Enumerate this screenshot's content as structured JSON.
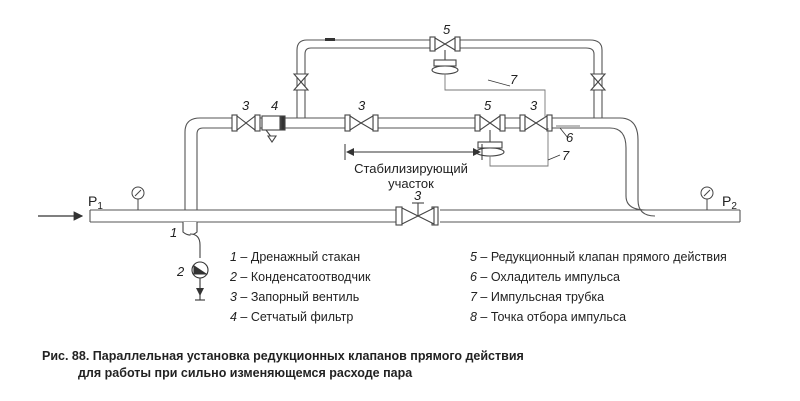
{
  "diagram": {
    "inlet_label": "P",
    "inlet_sub": "1",
    "outlet_label": "P",
    "outlet_sub": "2",
    "stabilizing_line1": "Стабилизирующий",
    "stabilizing_line2": "участок",
    "numbers": {
      "n1": "1",
      "n2": "2",
      "n3a": "3",
      "n3b": "3",
      "n3c": "3",
      "n3d": "3",
      "n4": "4",
      "n5a": "5",
      "n5b": "5",
      "n6": "6",
      "n7a": "7",
      "n7b": "7"
    }
  },
  "legend": {
    "left": [
      {
        "num": "1",
        "text": " – Дренажный стакан"
      },
      {
        "num": "2",
        "text": " – Конденсатоотводчик"
      },
      {
        "num": "3",
        "text": " – Запорный вентиль"
      },
      {
        "num": "4",
        "text": " – Сетчатый фильтр"
      }
    ],
    "right": [
      {
        "num": "5",
        "text": " – Редукционный клапан прямого действия"
      },
      {
        "num": "6",
        "text": " – Охладитель импульса"
      },
      {
        "num": "7",
        "text": " – Импульсная трубка"
      },
      {
        "num": "8",
        "text": " – Точка отбора импульса"
      }
    ]
  },
  "caption": {
    "line1": "Рис. 88. Параллельная установка редукционных клапанов прямого действия",
    "line2": "для работы при сильно изменяющемся расходе пара"
  }
}
